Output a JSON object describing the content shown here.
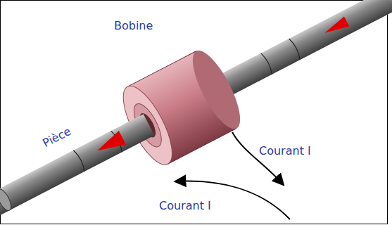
{
  "diagram": {
    "labels": [
      "Bobine",
      "Pièce",
      "Courant I",
      "Courant I"
    ]
  }
}
